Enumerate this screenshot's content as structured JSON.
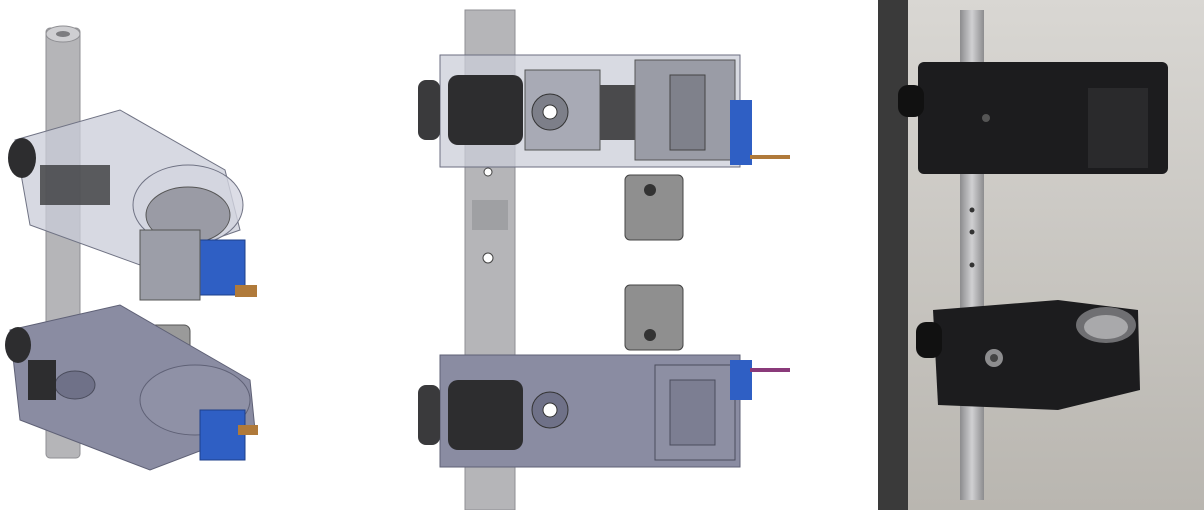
{
  "figure": {
    "panels": [
      {
        "id": "iso-render",
        "kind": "cad-render"
      },
      {
        "id": "side-render",
        "kind": "cad-render"
      },
      {
        "id": "photo",
        "kind": "photograph"
      }
    ]
  },
  "colors": {
    "rod": "#b5b5b8",
    "rod_dark": "#8f8f93",
    "clamp_transparent": "#c9ccd8",
    "clamp_lower": "#8a8ca2",
    "clamp_lower_dark": "#6f7188",
    "knob": "#2d2d2f",
    "motor_blue": "#2f5fc4",
    "pulley": "#9a9a9a",
    "wire": "#b07a3a",
    "photo_bg_top": "#d9d7d3",
    "photo_bg_bottom": "#b9b6b0",
    "print_black": "#1c1c1e",
    "steel": "#a9a9ab"
  }
}
